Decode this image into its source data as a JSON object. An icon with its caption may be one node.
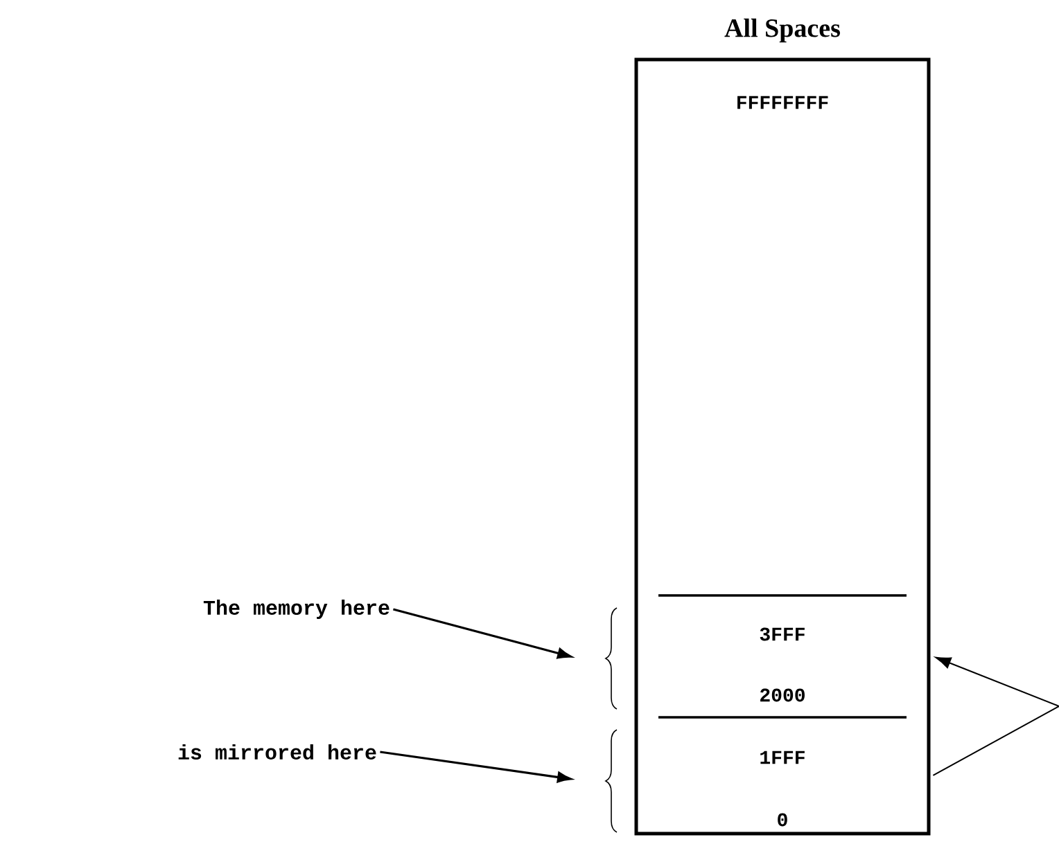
{
  "diagram": {
    "nodes": [
      {
        "text": [
          "All Spaces",
          "FFFFFFFF"
        ]
      },
      {
        "text": [
          "3FFF",
          "2000"
        ],
        "in": 0
      },
      {
        "text": [
          "1FFF",
          "0"
        ],
        "in": 0
      },
      {
        "text": [
          "The memory here"
        ]
      },
      {
        "text": [
          "is mirrored here"
        ]
      }
    ],
    "edges": [
      {
        "from": 3,
        "to": 1,
        "arrow": "to"
      },
      {
        "from": 4,
        "to": 2,
        "arrow": "to"
      },
      {
        "from": null,
        "to": 1,
        "arrow": "to"
      },
      {
        "from": null,
        "to": 2,
        "arrow": "none"
      }
    ]
  }
}
